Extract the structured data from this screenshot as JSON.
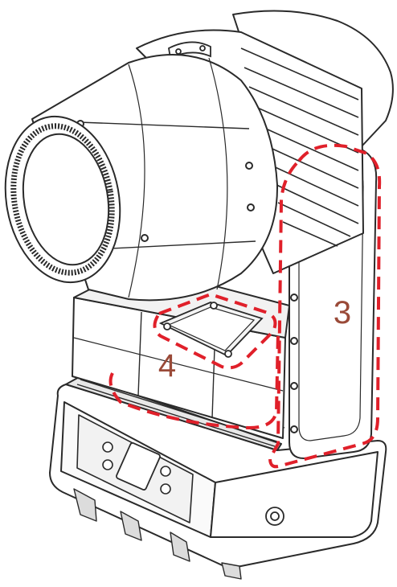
{
  "diagram": {
    "callouts": [
      {
        "id": "3",
        "label": "3"
      },
      {
        "id": "4",
        "label": "4"
      }
    ],
    "colors": {
      "outline": "#2a2a2a",
      "callout_stroke": "#e0202a",
      "callout_text": "#9a4a38",
      "panel_fill": "#f4f4f4"
    }
  }
}
